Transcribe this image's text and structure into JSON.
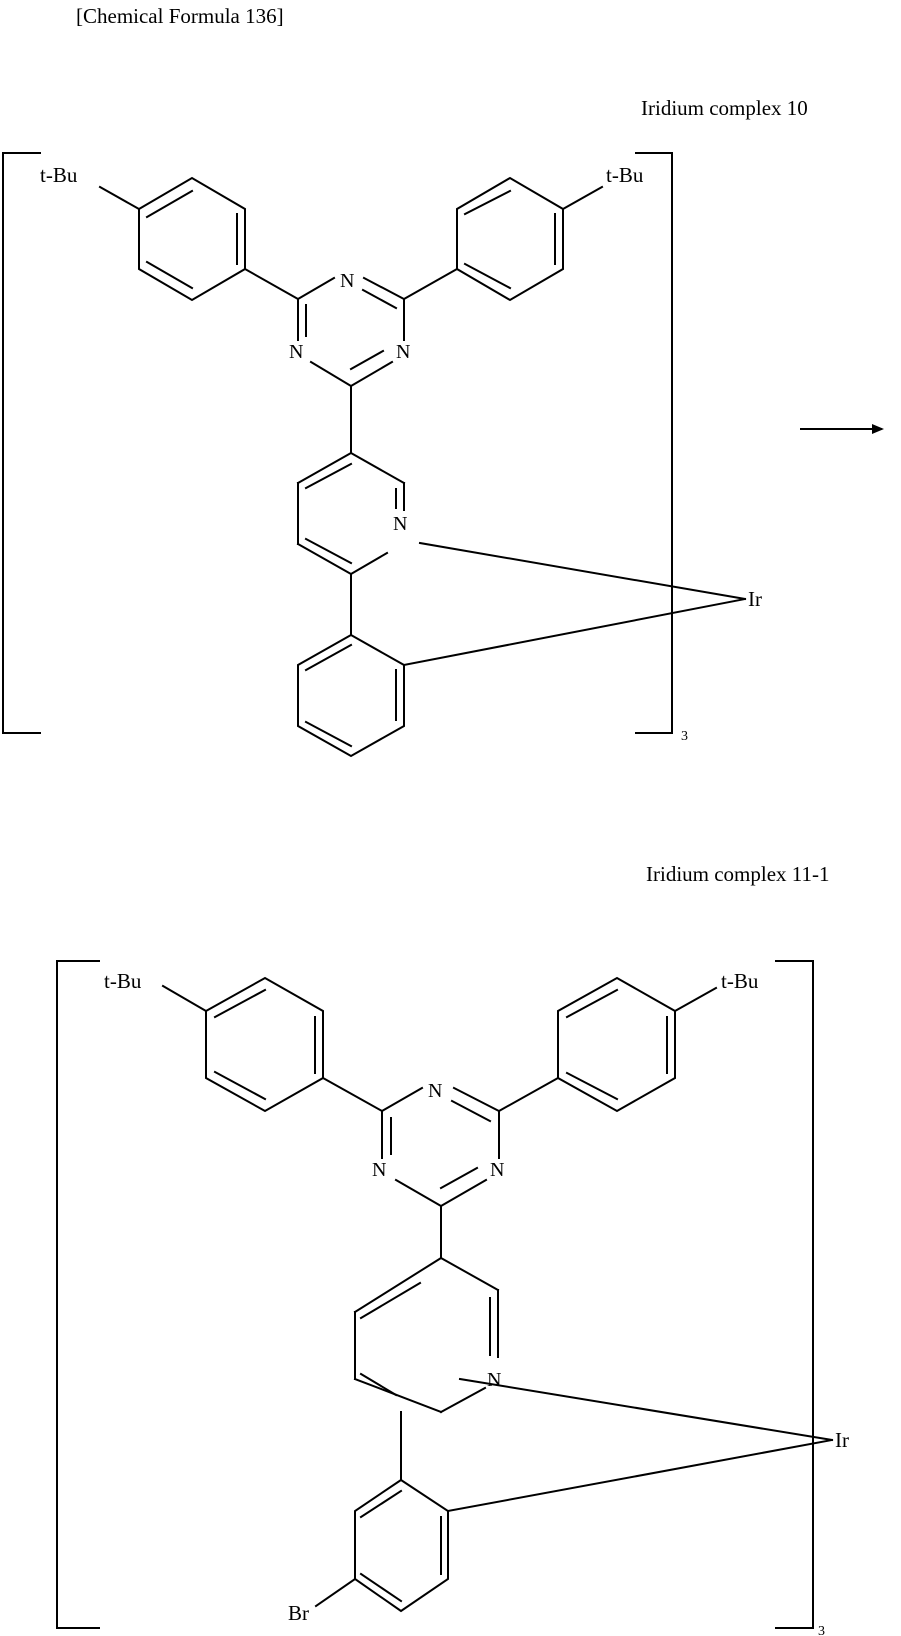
{
  "title": "[Chemical Formula 136]",
  "reaction_arrow": "right-arrow",
  "compounds": [
    {
      "name": "Iridium complex 10",
      "substituents": {
        "left_top": "t-Bu",
        "right_top": "t-Bu"
      },
      "ring_atoms": {
        "triazine_n_top": "N",
        "triazine_n_left": "N",
        "triazine_n_right": "N",
        "pyridine_n": "N"
      },
      "metal": "Ir",
      "subscript": "3"
    },
    {
      "name": "Iridium complex 11-1",
      "substituents": {
        "left_top": "t-Bu",
        "right_top": "t-Bu",
        "bromo": "Br"
      },
      "ring_atoms": {
        "triazine_n_top": "N",
        "triazine_n_left": "N",
        "triazine_n_right": "N",
        "pyridine_n": "N"
      },
      "metal": "Ir",
      "subscript": "3"
    }
  ]
}
